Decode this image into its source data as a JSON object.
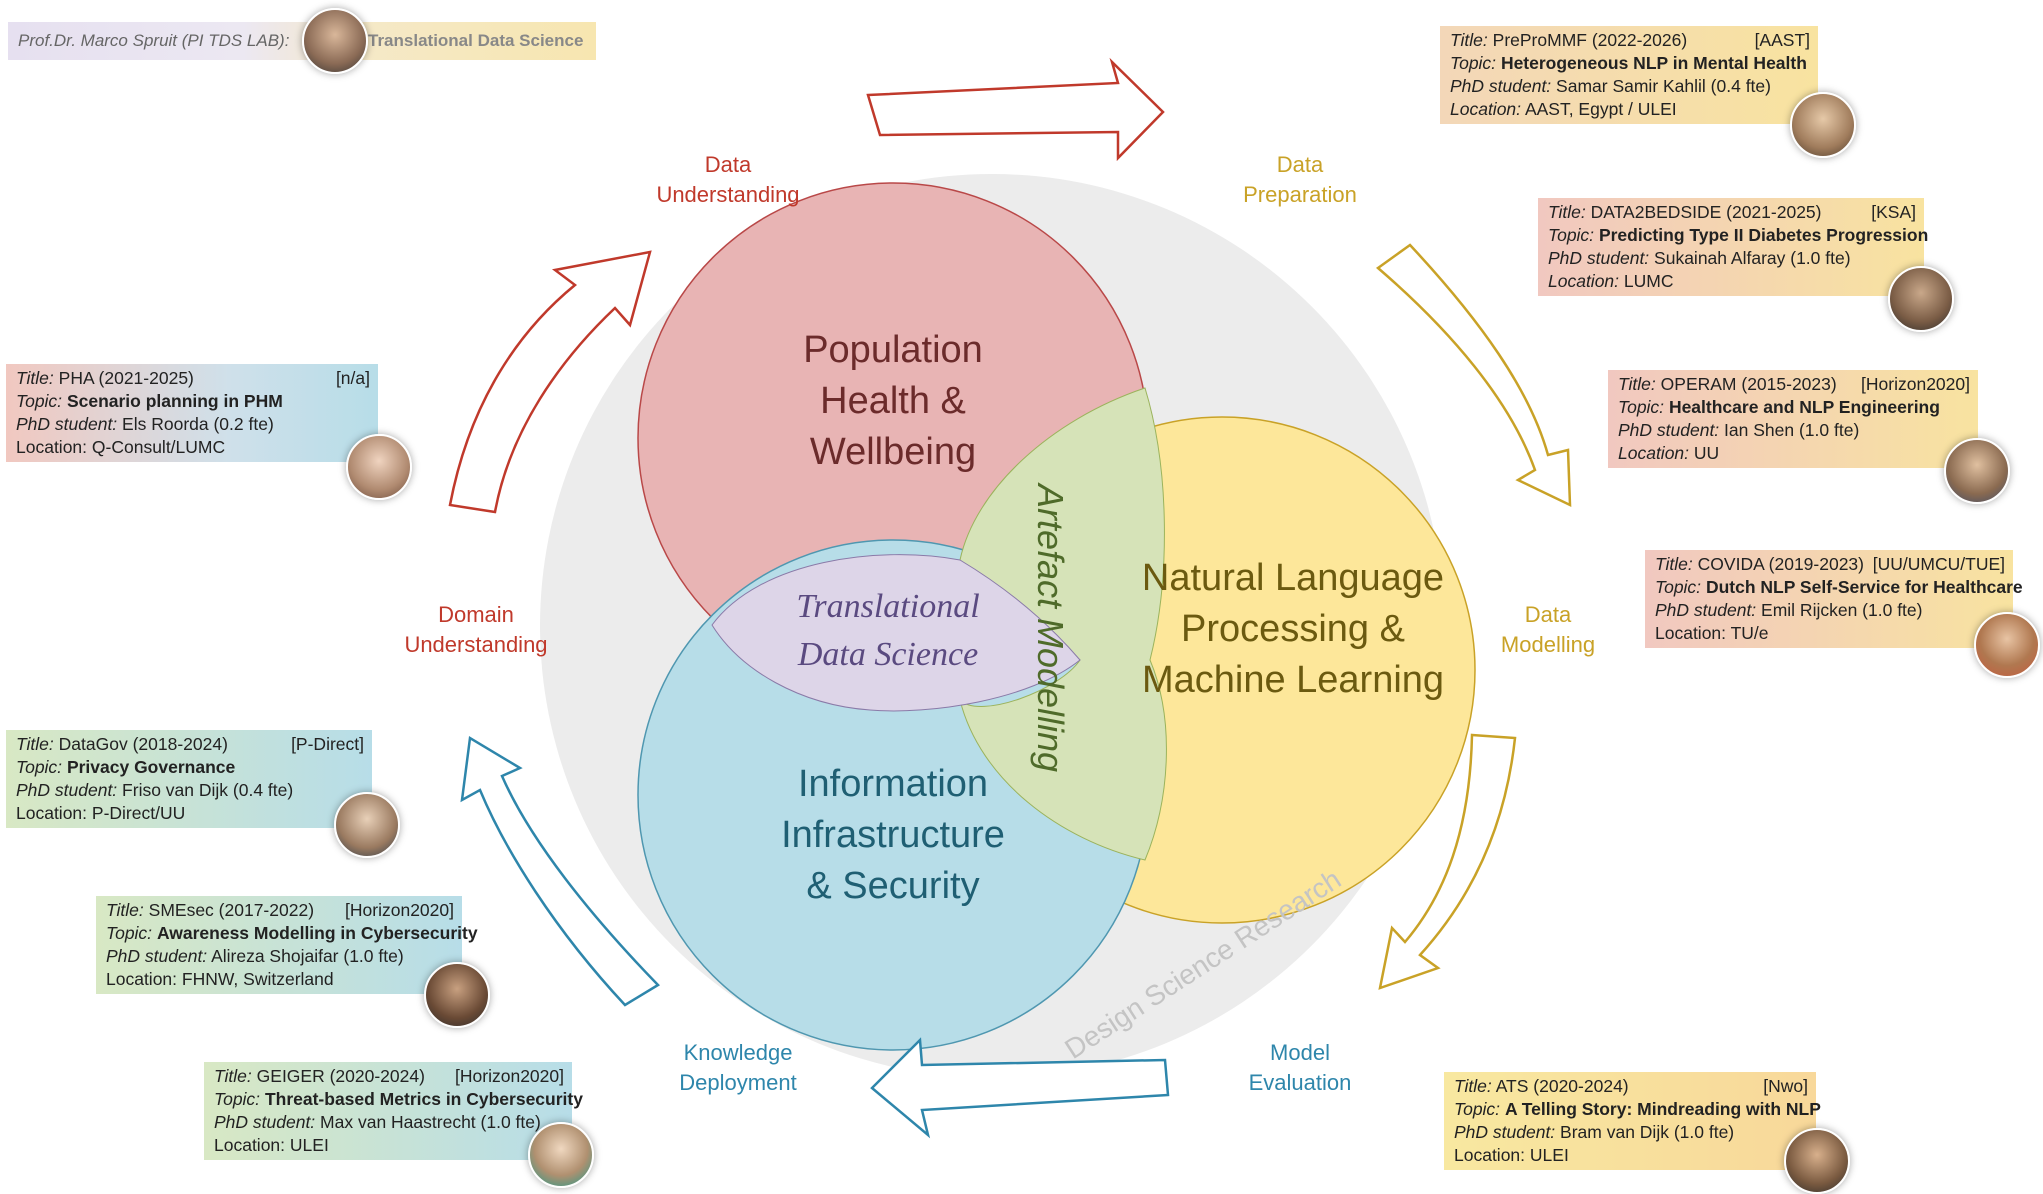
{
  "pi": {
    "label": "Prof.Dr. Marco Spruit (PI TDS LAB):",
    "lab_name": "Translational Data Science"
  },
  "circles": {
    "population": [
      "Population",
      "Health &",
      "Wellbeing"
    ],
    "nlp": [
      "Natural Language",
      "Processing &",
      "Machine Learning"
    ],
    "infrastructure": [
      "Information",
      "Infrastructure",
      "& Security"
    ],
    "center": [
      "Translational",
      "Data Science"
    ],
    "artefact": "Artefact Modelling",
    "dsr": "Design Science Research"
  },
  "phases": {
    "data_understanding": [
      "Data",
      "Understanding"
    ],
    "data_preparation": [
      "Data",
      "Preparation"
    ],
    "data_modelling": [
      "Data",
      "Modelling"
    ],
    "model_evaluation": [
      "Model",
      "Evaluation"
    ],
    "knowledge_deployment": [
      "Knowledge",
      "Deployment"
    ],
    "domain_understanding": [
      "Domain",
      "Understanding"
    ]
  },
  "labels": {
    "title": "Title:",
    "topic": "Topic:",
    "phd": "PhD student:",
    "location": "Location:"
  },
  "projects": [
    {
      "title": "PreProMMF (2022-2026)",
      "tag": "[AAST]",
      "topic": "Heterogeneous NLP in Mental Health",
      "student": "Samar Samir Kahlil (0.4 fte)",
      "location": "AAST, Egypt / ULEI"
    },
    {
      "title": "DATA2BEDSIDE (2021-2025)",
      "tag": "[KSA]",
      "topic": "Predicting Type II Diabetes Progression",
      "student": "Sukainah Alfaray (1.0 fte)",
      "location": "LUMC"
    },
    {
      "title": "OPERAM (2015-2023)",
      "tag": "[Horizon2020]",
      "topic": "Healthcare and NLP Engineering",
      "student": "Ian Shen (1.0 fte)",
      "location": "UU"
    },
    {
      "title": "COVIDA (2019-2023)",
      "tag": "[UU/UMCU/TUE]",
      "topic": "Dutch NLP Self-Service for Healthcare",
      "student": "Emil Rijcken (1.0 fte)",
      "location": "TU/e"
    },
    {
      "title": "ATS (2020-2024)",
      "tag": "[Nwo]",
      "topic": "A Telling Story: Mindreading with NLP",
      "student": "Bram van Dijk (1.0 fte)",
      "location": "ULEI"
    },
    {
      "title": "PHA (2021-2025)",
      "tag": "[n/a]",
      "topic": "Scenario planning in PHM",
      "student": "Els Roorda (0.2 fte)",
      "location": "Q-Consult/LUMC"
    },
    {
      "title": "DataGov (2018-2024)",
      "tag": "[P-Direct]",
      "topic": "Privacy Governance",
      "student": "Friso van Dijk (0.4 fte)",
      "location": "P-Direct/UU"
    },
    {
      "title": "SMEsec (2017-2022)",
      "tag": "[Horizon2020]",
      "topic": "Awareness Modelling in Cybersecurity",
      "student": "Alireza Shojaifar (1.0 fte)",
      "location": "FHNW, Switzerland"
    },
    {
      "title": "GEIGER (2020-2024)",
      "tag": "[Horizon2020]",
      "topic": "Threat-based Metrics in Cybersecurity",
      "student": "Max van Haastrecht (1.0 fte)",
      "location": "ULEI"
    }
  ],
  "colors": {
    "population": "#e8b4b4",
    "nlp": "#fde79a",
    "infrastructure": "#b7dde8",
    "center": "#ddd5e8",
    "artefact": "#d6e3b8",
    "background_disc": "#ececec",
    "red": "#c0392b",
    "gold": "#c9a227",
    "blue": "#2e86ab"
  }
}
